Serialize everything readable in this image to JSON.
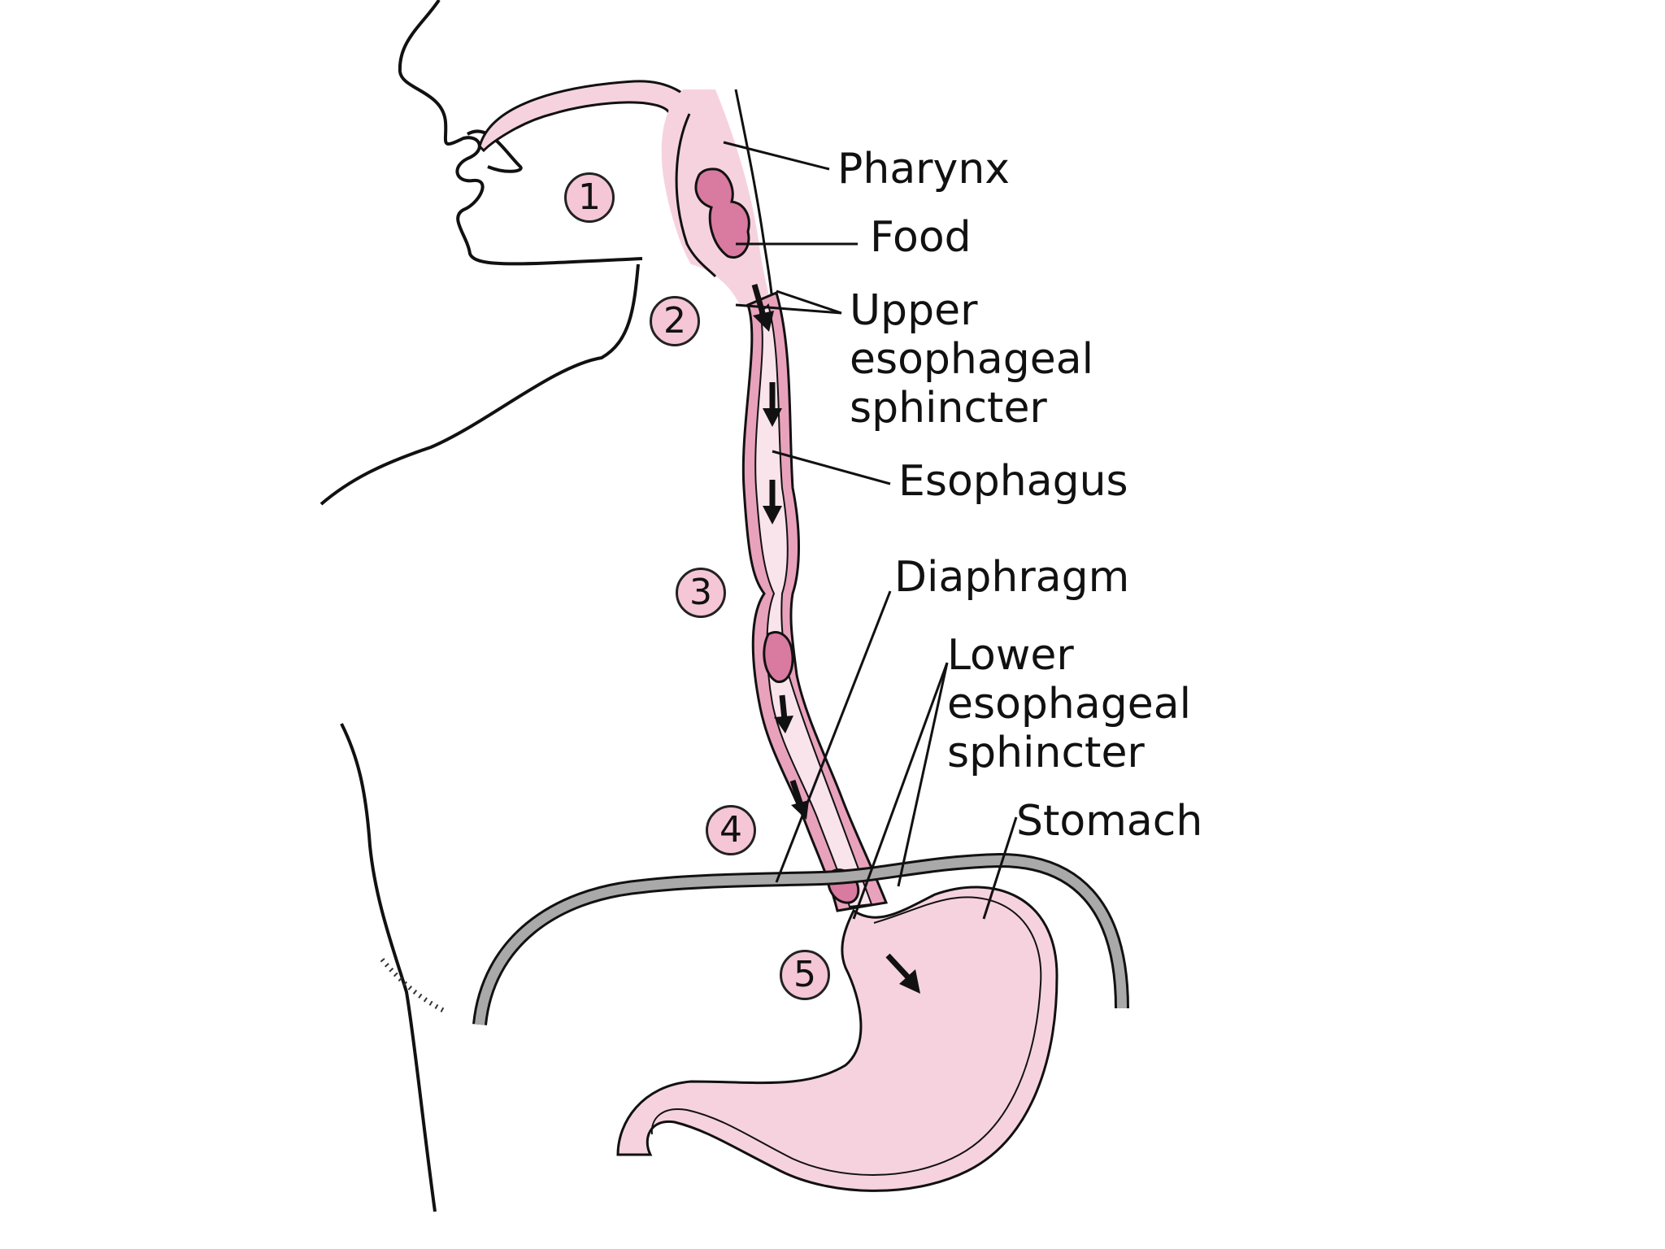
{
  "labels": {
    "pharynx": "Pharynx",
    "food": "Food",
    "upper_sphincter": [
      "Upper",
      "esophageal",
      "sphincter"
    ],
    "esophagus": "Esophagus",
    "diaphragm": "Diaphragm",
    "lower_sphincter": [
      "Lower",
      "esophageal",
      "sphincter"
    ],
    "stomach": "Stomach"
  },
  "steps": [
    "1",
    "2",
    "3",
    "4",
    "5"
  ],
  "colors": {
    "tissue": "#f6d2df",
    "esophagus_wall": "#e9a2bc",
    "food_bolus": "#d97aa0",
    "step_badge": "#f4c6d6",
    "diaphragm": "#a9a9a9",
    "ink": "#111111"
  }
}
